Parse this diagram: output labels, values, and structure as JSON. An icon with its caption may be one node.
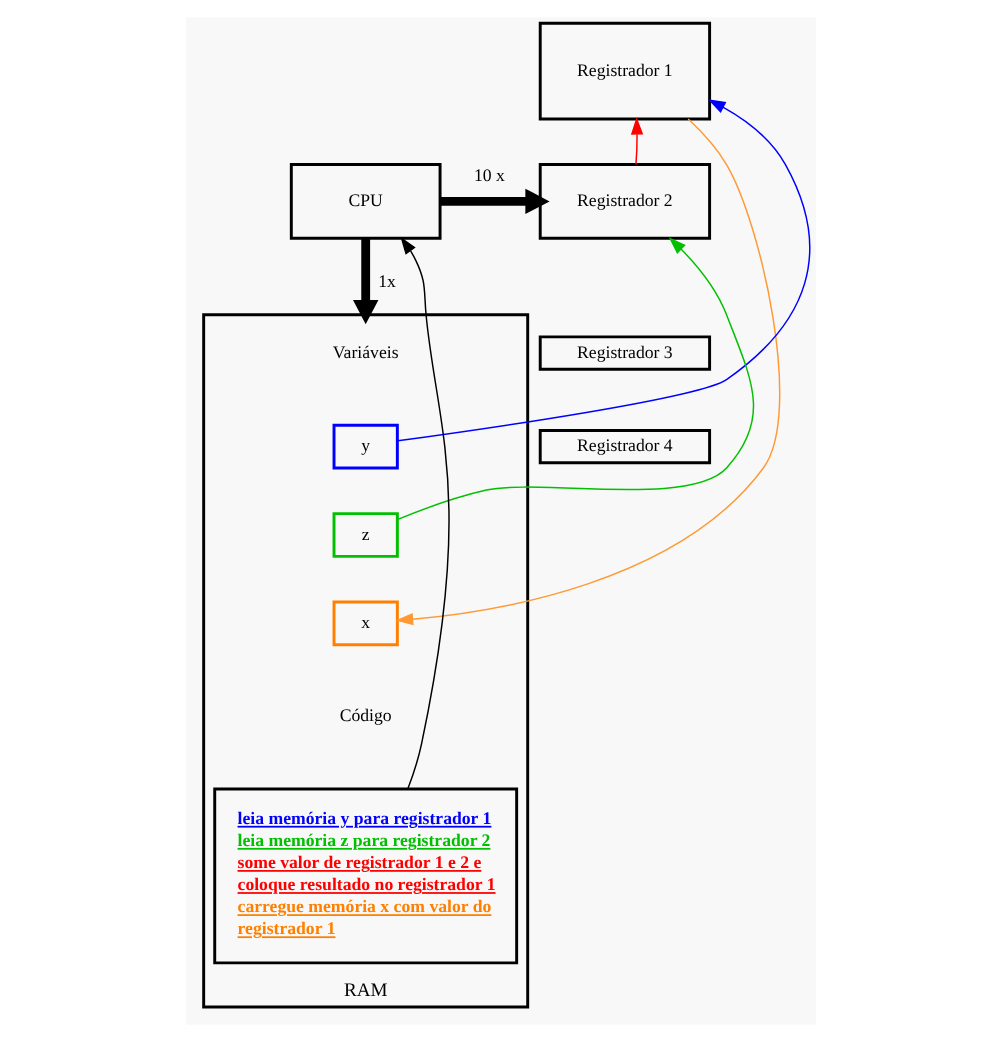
{
  "diagram": {
    "nodes": [
      {
        "text": [
          "CPU"
        ]
      },
      {
        "text": [
          "Registrador 1"
        ]
      },
      {
        "text": [
          "Registrador 2"
        ]
      },
      {
        "text": [
          "Registrador 3"
        ]
      },
      {
        "text": [
          "Registrador 4"
        ]
      },
      {
        "text": [
          "RAM"
        ]
      },
      {
        "text": [
          "y"
        ],
        "in": 5
      },
      {
        "text": [
          "z"
        ],
        "in": 5
      },
      {
        "text": [
          "x"
        ],
        "in": 5
      },
      {
        "text": [
          "leia memória y para registrador 1",
          "leia memória z para registrador 2",
          "some valor de registrador 1 e 2 e coloque resultado no registrador 1",
          "carregue memória x com valor do registrador 1"
        ],
        "in": 5
      }
    ],
    "edges": [
      {
        "from": 0,
        "to": 2,
        "arrow": "to",
        "label": "10 x",
        "style": "thick"
      },
      {
        "from": 0,
        "to": 5,
        "arrow": "to",
        "label": "1x",
        "style": "thick"
      },
      {
        "from": 9,
        "to": 0,
        "arrow": "to"
      },
      {
        "from": 6,
        "to": 1,
        "arrow": "to",
        "color": "#0000ff"
      },
      {
        "from": 2,
        "to": 1,
        "arrow": "to",
        "color": "#ff0000"
      },
      {
        "from": 7,
        "to": 2,
        "arrow": "to",
        "color": "#00c000"
      },
      {
        "from": 1,
        "to": 8,
        "arrow": "to",
        "color": "#ff9933"
      }
    ],
    "labels": [
      "Variáveis",
      "Código"
    ]
  }
}
